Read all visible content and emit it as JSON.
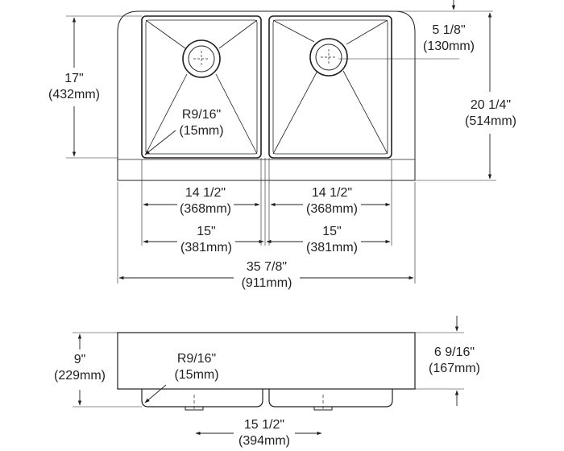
{
  "top_view": {
    "depth_total_in": "17\"",
    "depth_total_mm": "(432mm)",
    "corner_radius_in": "R9/16\"",
    "corner_radius_mm": "(15mm)",
    "drain_offset_in": "5 1/8\"",
    "drain_offset_mm": "(130mm)",
    "overall_depth_in": "20 1/4\"",
    "overall_depth_mm": "(514mm)",
    "left_bowl_inner_in": "14 1/2\"",
    "left_bowl_inner_mm": "(368mm)",
    "right_bowl_inner_in": "14 1/2\"",
    "right_bowl_inner_mm": "(368mm)",
    "left_bowl_outer_in": "15\"",
    "left_bowl_outer_mm": "(381mm)",
    "right_bowl_outer_in": "15\"",
    "right_bowl_outer_mm": "(381mm)",
    "overall_width_in": "35 7/8\"",
    "overall_width_mm": "(911mm)"
  },
  "front_view": {
    "height_in": "9\"",
    "height_mm": "(229mm)",
    "corner_radius_in": "R9/16\"",
    "corner_radius_mm": "(15mm)",
    "bowl_depth_in": "6 9/16\"",
    "bowl_depth_mm": "(167mm)",
    "drain_spacing_in": "15 1/2\"",
    "drain_spacing_mm": "(394mm)"
  }
}
